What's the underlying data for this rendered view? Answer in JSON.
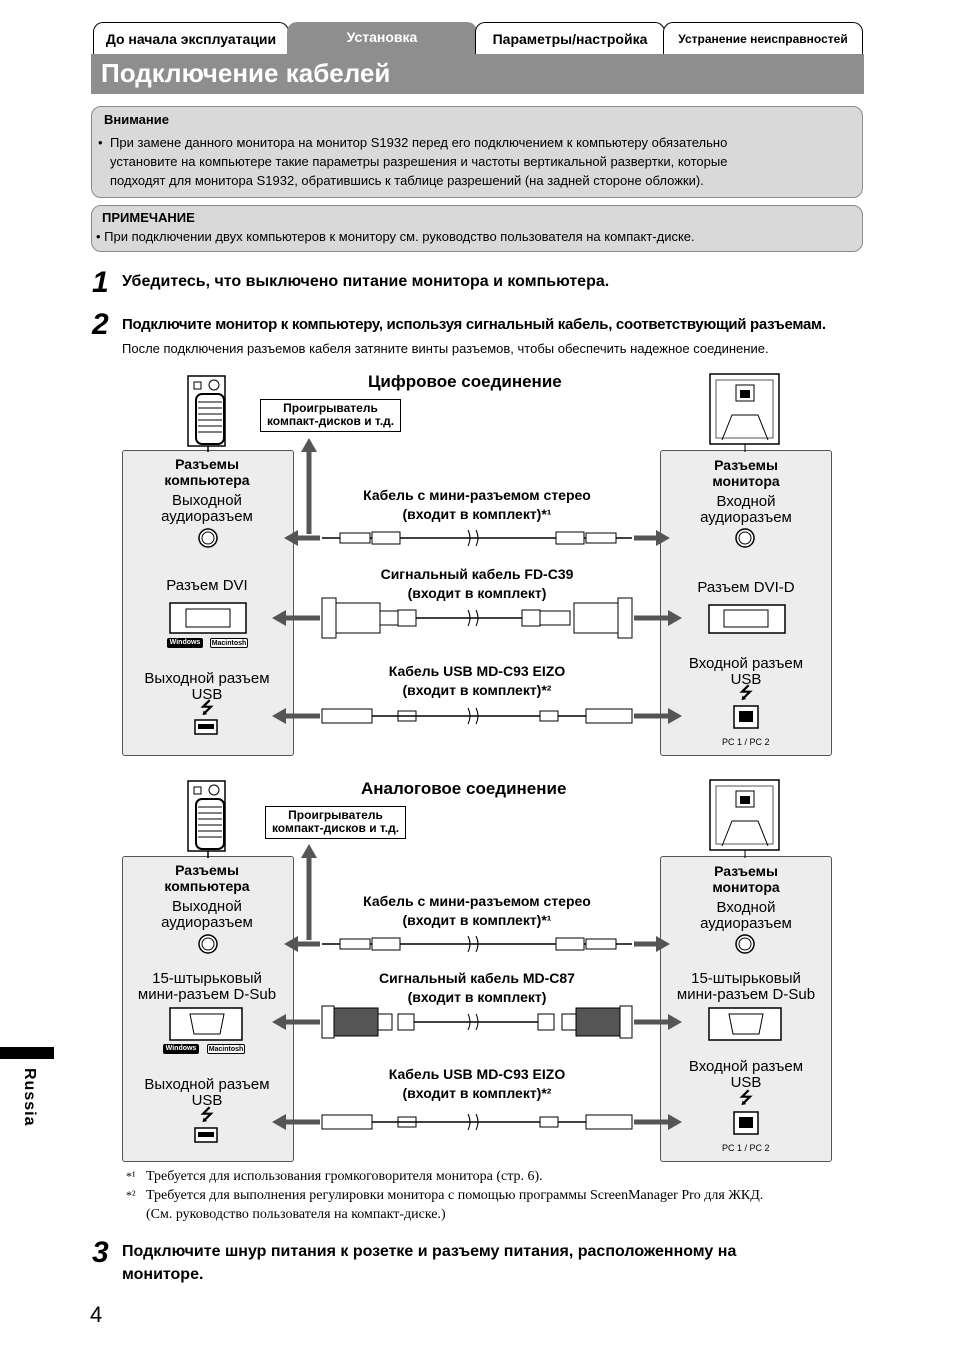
{
  "tabs": [
    {
      "label": "До начала эксплуатации"
    },
    {
      "label": "Установка"
    },
    {
      "label": "Параметры/настройка"
    },
    {
      "label": "Устранение неисправностей"
    }
  ],
  "page_title": "Подключение кабелей",
  "attention": {
    "heading": "Внимание",
    "bullet": "•",
    "lines": [
      "При замене данного монитора на монитор S1932 перед его подключением к компьютеру обязательно",
      "установите на компьютере такие параметры разрешения и частоты вертикальной развертки, которые",
      "подходят для монитора S1932, обратившись к таблице разрешений (на задней стороне обложки)."
    ]
  },
  "note": {
    "heading": "ПРИМЕЧАНИЕ",
    "text": "• При подключении двух компьютеров к монитору см. руководство пользователя на компакт-диске."
  },
  "steps": [
    {
      "num": "1",
      "text": "Убедитесь, что выключено питание монитора и компьютера."
    },
    {
      "num": "2",
      "text": "Подключите монитор к компьютеру, используя сигнальный кабель, соответствующий разъемам.",
      "sub": "После подключения разъемов кабеля затяните винты разъемов, чтобы обеспечить надежное соединение."
    },
    {
      "num": "3",
      "line1": "Подключите шнур питания к розетке и разъему питания, расположенному на",
      "line2": "мониторе."
    }
  ],
  "digital": {
    "title": "Цифровое соединение",
    "cd_line1": "Проигрыватель",
    "cd_line2": "компакт-дисков и т.д.",
    "pc_header": [
      "Разъемы",
      "компьютера"
    ],
    "mon_header": [
      "Разъемы",
      "монитора"
    ],
    "pc_audio": [
      "Выходной",
      "аудиоразъем"
    ],
    "mon_audio": [
      "Входной",
      "аудиоразъем"
    ],
    "pc_video": "Разъем DVI",
    "mon_video": "Разъем DVI-D",
    "pc_usb": [
      "Выходной разъем",
      "USB"
    ],
    "mon_usb": [
      "Входной разъем",
      "USB"
    ],
    "badge_win": "Windows",
    "badge_mac": "Macintosh",
    "pc12": "PC 1 / PC 2",
    "cable_audio": [
      "Кабель с мини-разъемом стерео",
      "(входит в комплект)*¹"
    ],
    "cable_video": [
      "Сигнальный кабель FD-C39",
      "(входит в комплект)"
    ],
    "cable_usb": [
      "Кабель USB MD-C93 EIZO",
      "(входит в комплект)*²"
    ]
  },
  "analog": {
    "title": "Аналоговое соединение",
    "cd_line1": "Проигрыватель",
    "cd_line2": "компакт-дисков и т.д.",
    "pc_header": [
      "Разъемы",
      "компьютера"
    ],
    "mon_header": [
      "Разъемы",
      "монитора"
    ],
    "pc_audio": [
      "Выходной",
      "аудиоразъем"
    ],
    "mon_audio": [
      "Входной",
      "аудиоразъем"
    ],
    "pc_video": [
      "15-штырьковый",
      "мини-разъем D-Sub"
    ],
    "mon_video": [
      "15-штырьковый",
      "мини-разъем D-Sub"
    ],
    "pc_usb": [
      "Выходной разъем",
      "USB"
    ],
    "mon_usb": [
      "Входной разъем",
      "USB"
    ],
    "badge_win": "Windows",
    "badge_mac": "Macintosh",
    "pc12": "PC 1 / PC 2",
    "cable_audio": [
      "Кабель с мини-разъемом стерео",
      "(входит в комплект)*¹"
    ],
    "cable_video": [
      "Сигнальный кабель MD-C87",
      "(входит в комплект)"
    ],
    "cable_usb": [
      "Кабель USB MD-C93 EIZO",
      "(входит в комплект)*²"
    ]
  },
  "footnotes": [
    {
      "mark": "*¹",
      "text": "Требуется для использования громкоговорителя монитора (стр. 6)."
    },
    {
      "mark": "*²",
      "text": "Требуется для выполнения регулировки монитора с помощью программы ScreenManager Pro для ЖКД.",
      "text2": "(См. руководство пользователя на компакт-диске.)"
    }
  ],
  "side_label": "Russia",
  "page_number": "4"
}
